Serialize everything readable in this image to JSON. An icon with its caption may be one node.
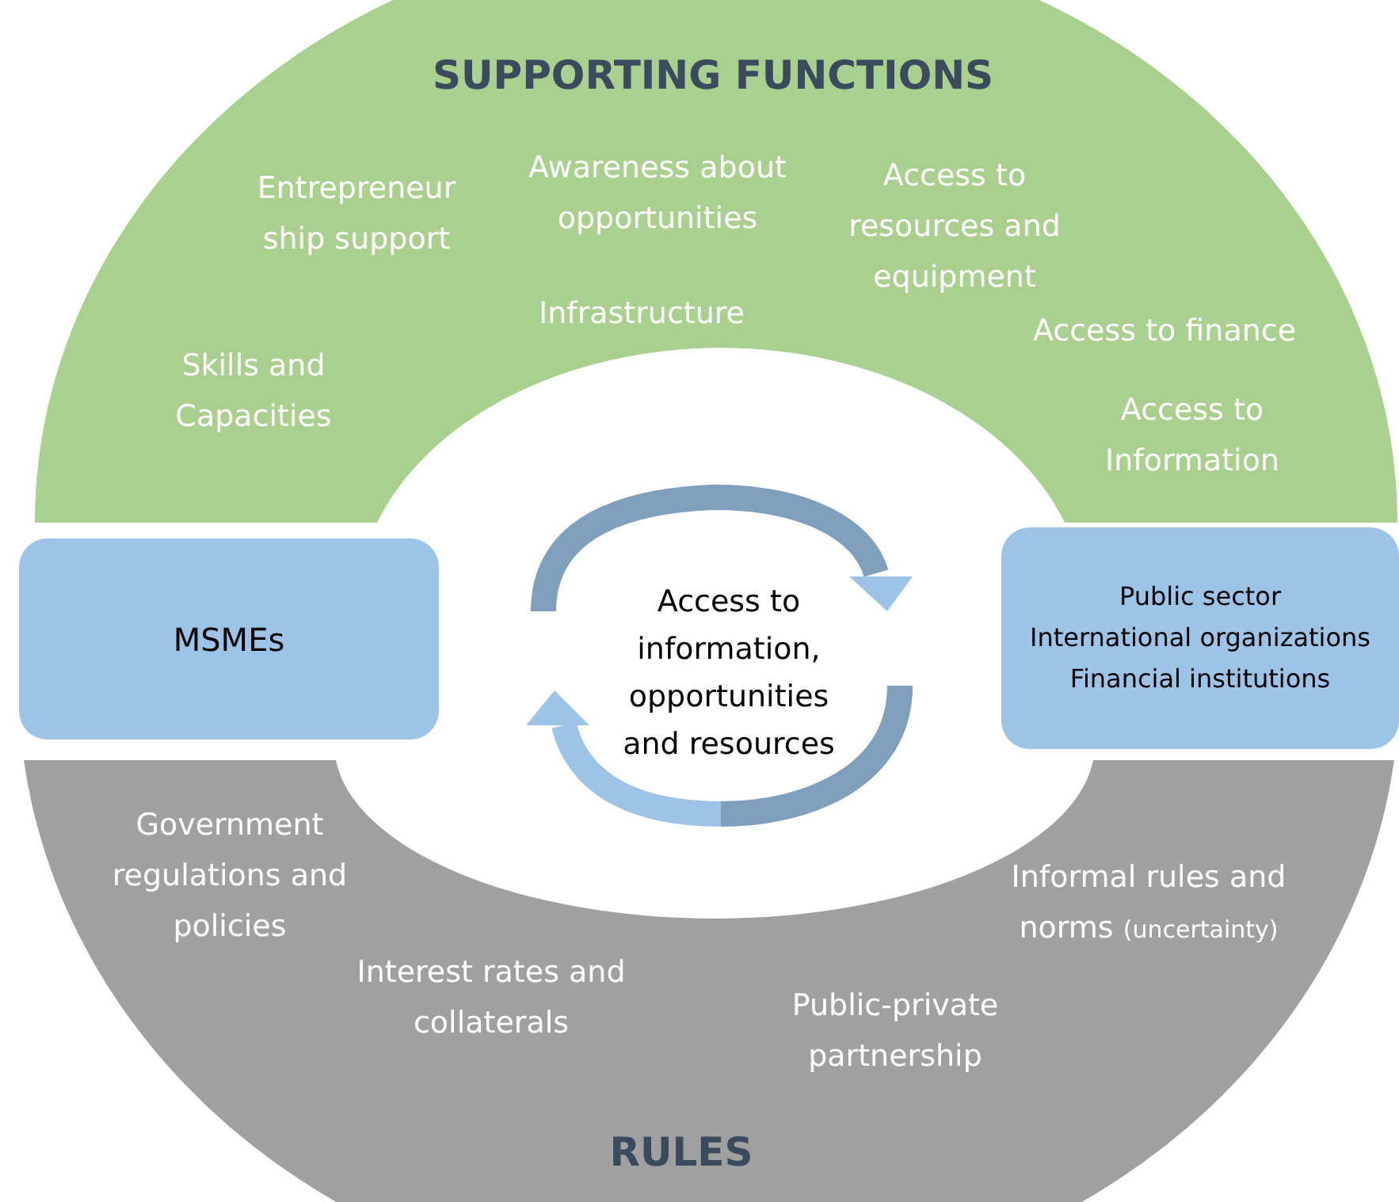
{
  "diagram": {
    "nodes": [
      {
        "text": [
          "SUPPORTING FUNCTIONS",
          "Entrepreneur ship support",
          "Awareness about opportunities",
          "Access to resources and equipment",
          "Skills and Capacities",
          "Infrastructure",
          "Access to finance",
          "Access to Information"
        ]
      },
      {
        "text": [
          "Government regulations and policies",
          "Informal rules and norms",
          "(uncertainty)",
          "Interest rates and collaterals",
          "Public-private partnership",
          "RULES"
        ]
      },
      {
        "text": [
          "MSMEs"
        ]
      },
      {
        "text": [
          "Public sector",
          "International organizations",
          "Financial institutions"
        ]
      },
      {
        "text": [
          "Access to information, opportunities and resources"
        ]
      }
    ]
  }
}
